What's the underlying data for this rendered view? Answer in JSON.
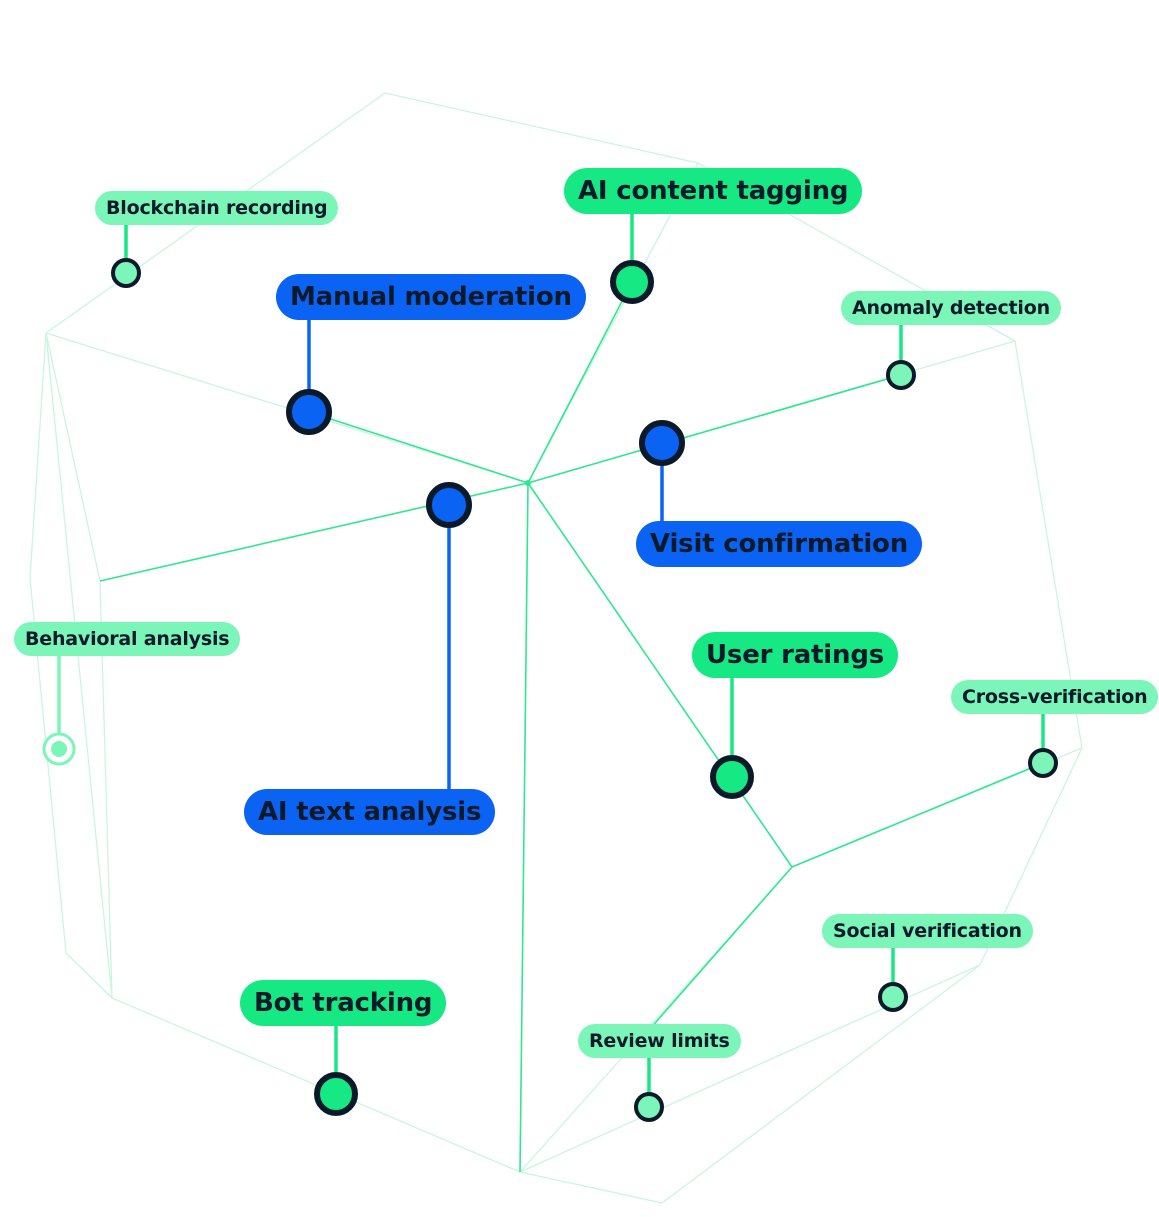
{
  "diagram": {
    "colors": {
      "primary_green": "#16e883",
      "light_green": "#7bf5b8",
      "blue": "#0b63f3",
      "dark": "#0b1a2a",
      "edge_green": "#2ee88f",
      "faint_edge": "#c9f6e0"
    },
    "nodes": {
      "blockchain_recording": "Blockchain recording",
      "ai_content_tagging": "AI content tagging",
      "manual_moderation": "Manual moderation",
      "anomaly_detection": "Anomaly detection",
      "visit_confirmation": "Visit confirmation",
      "behavioral_analysis": "Behavioral analysis",
      "user_ratings": "User ratings",
      "cross_verification": "Cross-verification",
      "ai_text_analysis": "AI text analysis",
      "social_verification": "Social verification",
      "bot_tracking": "Bot tracking",
      "review_limits": "Review limits"
    }
  }
}
